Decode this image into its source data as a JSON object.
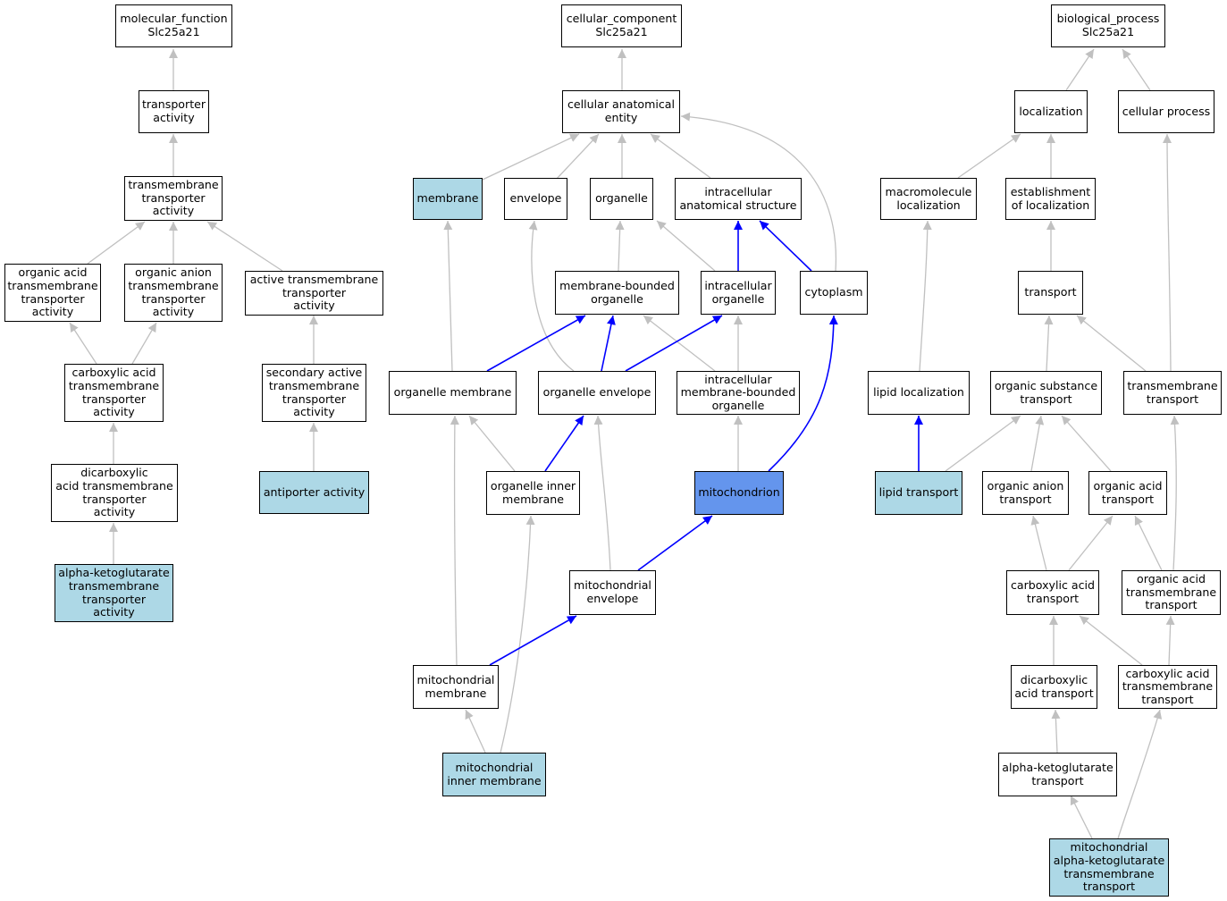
{
  "colors": {
    "edge_gray": "#c0c0c0",
    "edge_blue": "#0000ff",
    "node_highlight": "#add8e6",
    "node_focus": "#6495ed"
  },
  "nodes": {
    "mf_root": "molecular_function\nSlc25a21",
    "cc_root": "cellular_component\nSlc25a21",
    "bp_root": "biological_process\nSlc25a21",
    "transporter_activity": "transporter\nactivity",
    "tm_transporter_activity": "transmembrane\ntransporter\nactivity",
    "org_acid_tm_ta": "organic acid\ntransmembrane\ntransporter\nactivity",
    "org_anion_tm_ta": "organic anion\ntransmembrane\ntransporter\nactivity",
    "active_tm_ta": "active transmembrane\ntransporter\nactivity",
    "carboxylic_tm_ta": "carboxylic acid\ntransmembrane\ntransporter\nactivity",
    "secondary_active_ta": "secondary active\ntransmembrane\ntransporter\nactivity",
    "dicarboxylic_tm_ta": "dicarboxylic\nacid transmembrane\ntransporter\nactivity",
    "antiporter": "antiporter activity",
    "akg_tm_ta": "alpha-ketoglutarate\ntransmembrane\ntransporter\nactivity",
    "cell_anat_entity": "cellular anatomical\nentity",
    "membrane": "membrane",
    "envelope": "envelope",
    "organelle": "organelle",
    "intracell_anat": "intracellular\nanatomical structure",
    "mb_organelle": "membrane-bounded\norganelle",
    "intracell_organelle": "intracellular\norganelle",
    "cytoplasm": "cytoplasm",
    "organelle_membrane": "organelle membrane",
    "organelle_envelope": "organelle envelope",
    "intracell_mb_organelle": "intracellular\nmembrane-bounded\norganelle",
    "organelle_inner_membrane": "organelle inner\nmembrane",
    "mitochondrion": "mitochondrion",
    "mito_envelope": "mitochondrial\nenvelope",
    "mito_membrane": "mitochondrial\nmembrane",
    "mito_inner_membrane": "mitochondrial\ninner membrane",
    "localization": "localization",
    "cellular_process": "cellular process",
    "macromolecule_localization": "macromolecule\nlocalization",
    "establishment_localization": "establishment\nof localization",
    "transport": "transport",
    "lipid_localization": "lipid localization",
    "org_substance_transport": "organic substance\ntransport",
    "tm_transport": "transmembrane\ntransport",
    "lipid_transport": "lipid transport",
    "org_anion_transport": "organic anion\ntransport",
    "org_acid_transport": "organic acid\ntransport",
    "carboxylic_transport": "carboxylic acid\ntransport",
    "org_acid_tm_transport": "organic acid\ntransmembrane\ntransport",
    "dicarboxylic_transport": "dicarboxylic\nacid transport",
    "carboxylic_tm_transport": "carboxylic acid\ntransmembrane\ntransport",
    "akg_transport": "alpha-ketoglutarate\ntransport",
    "mito_akg_tm_transport": "mitochondrial\nalpha-ketoglutarate\ntransmembrane\ntransport"
  }
}
